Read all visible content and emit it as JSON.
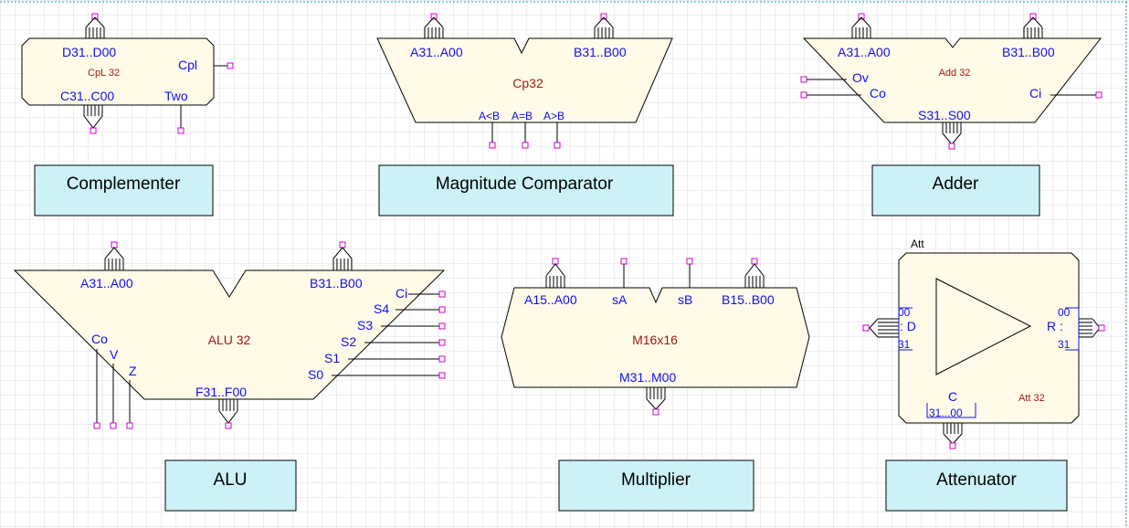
{
  "colors": {
    "background": "#ffffff",
    "grid": "#dddddd",
    "component_fill": "#fffbe8",
    "pin_label": "#1010ee",
    "component_name": "#a01818",
    "pin_marker": "#d000d0",
    "caption_fill": "#ccf2f8"
  },
  "components": {
    "complementer": {
      "name": "CpL 32",
      "caption": "Complementer",
      "pins": {
        "in": "D31..D00",
        "cpl": "Cpl",
        "out": "C31..C00",
        "two": "Two"
      }
    },
    "comparator": {
      "name": "Cp32",
      "caption": "Magnitude Comparator",
      "pins": {
        "a": "A31..A00",
        "b": "B31..B00",
        "lt": "A<B",
        "eq": "A=B",
        "gt": "A>B"
      }
    },
    "adder": {
      "name": "Add 32",
      "caption": "Adder",
      "pins": {
        "a": "A31..A00",
        "b": "B31..B00",
        "ov": "Ov",
        "co": "Co",
        "ci": "Ci",
        "s": "S31..S00"
      }
    },
    "alu": {
      "name": "ALU 32",
      "caption": "ALU",
      "pins": {
        "a": "A31..A00",
        "b": "B31..B00",
        "ci": "Ci",
        "s4": "S4",
        "s3": "S3",
        "s2": "S2",
        "s1": "S1",
        "s0": "S0",
        "co": "Co",
        "v": "V",
        "z": "Z",
        "f": "F31..F00"
      }
    },
    "multiplier": {
      "name": "M16x16",
      "caption": "Multiplier",
      "pins": {
        "a": "A15..A00",
        "sa": "sA",
        "sb": "sB",
        "b": "B15..B00",
        "m": "M31..M00"
      }
    },
    "attenuator": {
      "label": "Att",
      "name": "Att 32",
      "caption": "Attenuator",
      "pins": {
        "d_top": "00",
        "d": ": D",
        "d_bottom": "31",
        "r_top": "00",
        "r": "R :",
        "r_bottom": "31",
        "c": "C",
        "c_range": "31...00"
      }
    }
  }
}
